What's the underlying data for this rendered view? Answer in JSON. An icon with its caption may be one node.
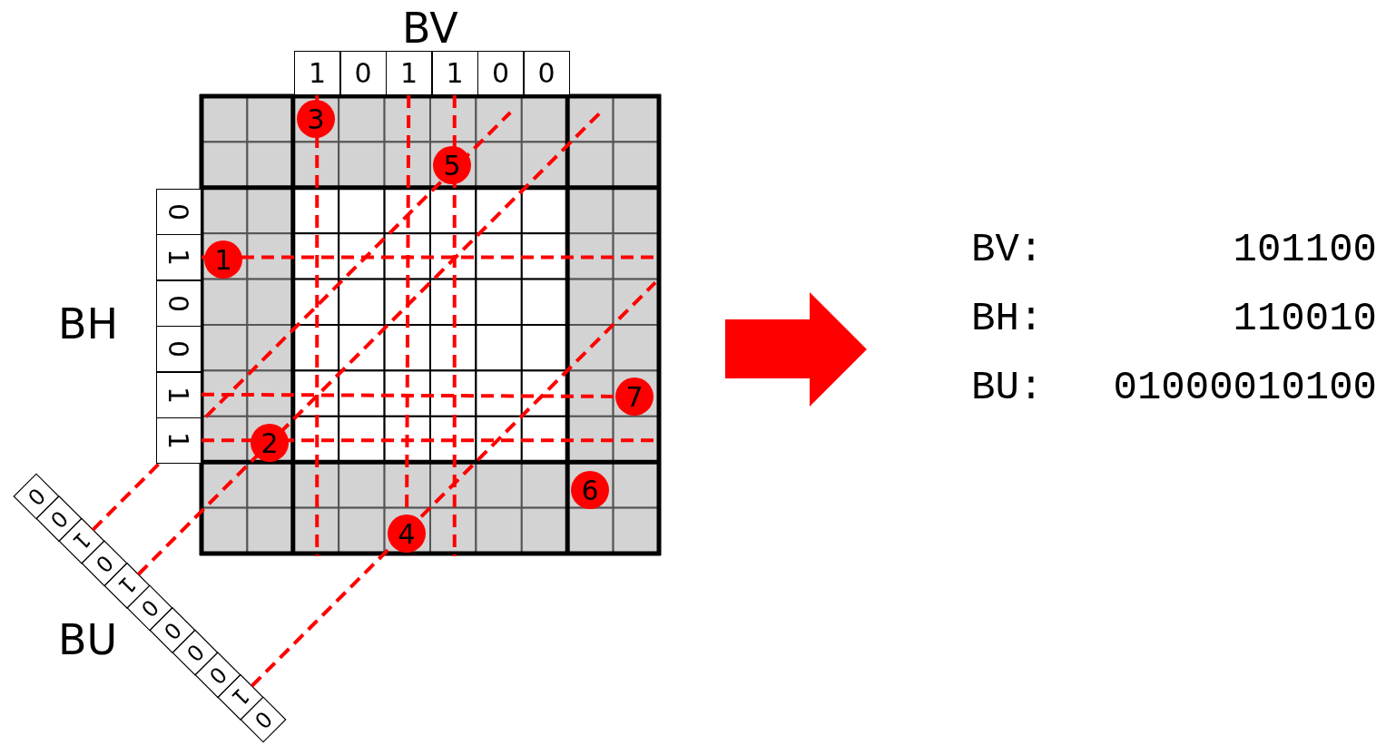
{
  "diagram": {
    "nodes": [
      {
        "text": [
          "1"
        ]
      },
      {
        "text": [
          "2"
        ]
      },
      {
        "text": [
          "3"
        ]
      },
      {
        "text": [
          "4"
        ]
      },
      {
        "text": [
          "5"
        ]
      },
      {
        "text": [
          "6"
        ]
      },
      {
        "text": [
          "7"
        ]
      },
      {
        "text": [
          "1"
        ]
      },
      {
        "text": [
          "0"
        ]
      },
      {
        "text": [
          "1"
        ]
      },
      {
        "text": [
          "1"
        ]
      },
      {
        "text": [
          "0"
        ]
      },
      {
        "text": [
          "0"
        ]
      },
      {
        "text": [
          "0"
        ]
      },
      {
        "text": [
          "1"
        ]
      },
      {
        "text": [
          "0"
        ]
      },
      {
        "text": [
          "0"
        ]
      },
      {
        "text": [
          "1"
        ]
      },
      {
        "text": [
          "1"
        ]
      },
      {
        "text": [
          "0"
        ]
      },
      {
        "text": [
          "0"
        ]
      },
      {
        "text": [
          "1"
        ]
      },
      {
        "text": [
          "0"
        ]
      },
      {
        "text": [
          "1"
        ]
      },
      {
        "text": [
          "0"
        ]
      },
      {
        "text": [
          "0"
        ]
      },
      {
        "text": [
          "0"
        ]
      },
      {
        "text": [
          "0"
        ]
      },
      {
        "text": [
          "1"
        ]
      },
      {
        "text": [
          "0"
        ]
      }
    ],
    "edges": [
      {
        "from": 7,
        "to": null,
        "arrow": "none",
        "style": "dashed"
      },
      {
        "from": 9,
        "to": 3,
        "arrow": "none",
        "style": "dashed"
      },
      {
        "from": 10,
        "to": null,
        "arrow": "none",
        "style": "dashed"
      },
      {
        "from": 14,
        "to": null,
        "arrow": "none",
        "style": "dashed"
      },
      {
        "from": 17,
        "to": 6,
        "arrow": "none",
        "style": "dashed"
      },
      {
        "from": 18,
        "to": null,
        "arrow": "none",
        "style": "dashed"
      },
      {
        "from": 21,
        "to": null,
        "arrow": "none",
        "style": "dashed"
      },
      {
        "from": 23,
        "to": null,
        "arrow": "none",
        "style": "dashed"
      },
      {
        "from": 28,
        "to": null,
        "arrow": "none",
        "style": "dashed"
      }
    ],
    "labels": [
      "BV",
      "BH",
      "BU",
      "BV:",
      "101100",
      "BH:",
      "110010",
      "BU:",
      "01000010100"
    ]
  }
}
